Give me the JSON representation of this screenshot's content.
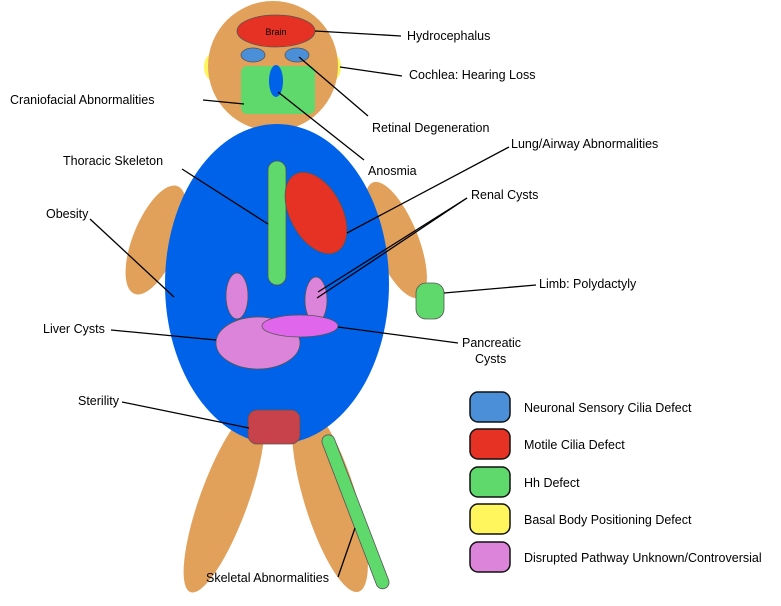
{
  "colors": {
    "skin": "#E2A15A",
    "body": "#0062E8",
    "neuronal": "#4A8FD8",
    "motile": "#E53224",
    "hh": "#5FD86C",
    "basal": "#FFF55C",
    "unknown": "#DC84DA",
    "pancreas": "#E066EC",
    "sterility": "#C8424B"
  },
  "organs": {
    "brain": "Brain"
  },
  "labels": {
    "hydrocephalus": "Hydrocephalus",
    "cochlea": "Cochlea: Hearing Loss",
    "craniofacial": "Craniofacial Abnormalities",
    "retinal": "Retinal Degeneration",
    "anosmia": "Anosmia",
    "lung": "Lung/Airway Abnormalities",
    "thoracic": "Thoracic Skeleton",
    "renal": "Renal Cysts",
    "obesity": "Obesity",
    "limb": "Limb: Polydactyly",
    "liver": "Liver Cysts",
    "pancreatic_line1": "Pancreatic",
    "pancreatic_line2": "Cysts",
    "sterility": "Sterility",
    "skeletal": "Skeletal Abnormalities"
  },
  "legend": [
    {
      "label": "Neuronal Sensory Cilia Defect",
      "color": "#4A8FD8"
    },
    {
      "label": "Motile Cilia Defect",
      "color": "#E53224"
    },
    {
      "label": "Hh Defect",
      "color": "#5FD86C"
    },
    {
      "label": "Basal Body Positioning Defect",
      "color": "#FFF55C"
    },
    {
      "label": "Disrupted Pathway Unknown/Controversial",
      "color": "#DC84DA"
    }
  ]
}
